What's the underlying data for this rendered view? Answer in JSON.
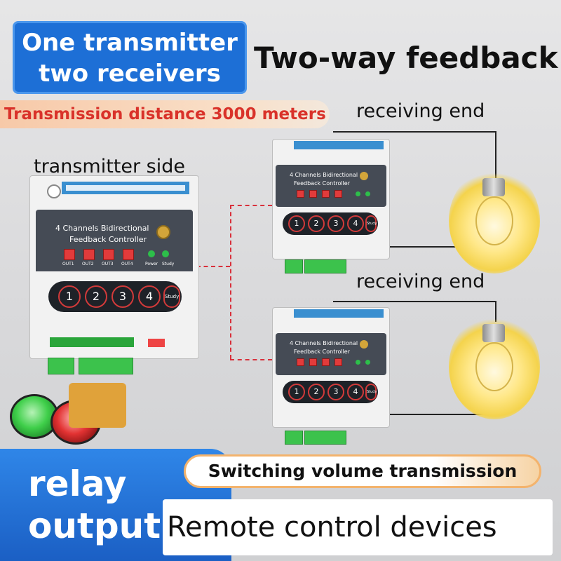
{
  "badge": {
    "line1": "One transmitter",
    "line2": "two receivers"
  },
  "headline": "Two-way feedback",
  "distance": "Transmission distance 3000 meters",
  "labels": {
    "transmitter": "transmitter side",
    "receiver1": "receiving end",
    "receiver2": "receiving end"
  },
  "controller": {
    "title_line1": "4 Channels Bidirectional",
    "title_line2": "Feedback Controller",
    "outputs": [
      "OUT1",
      "OUT2",
      "OUT3",
      "OUT4"
    ],
    "leds": [
      "Power",
      "Study"
    ],
    "keys": [
      "1",
      "2",
      "3",
      "4",
      "Study"
    ]
  },
  "bottom": {
    "relay_line1": "relay",
    "relay_line2": "output",
    "switching": "Switching volume transmission",
    "remote": "Remote control devices"
  },
  "colors": {
    "brand_blue": "#1d6fd6",
    "distance_red": "#d9322a",
    "panel_dark": "#454b55",
    "relay_red": "#e23b3b",
    "led_green": "#2dbf4a",
    "terminal_blue": "#3a8fd0",
    "bulb_glow": "#ffe88a"
  },
  "icons": [
    "antenna-icon",
    "light-bulb-icon",
    "push-button-green-icon",
    "push-button-red-icon"
  ]
}
